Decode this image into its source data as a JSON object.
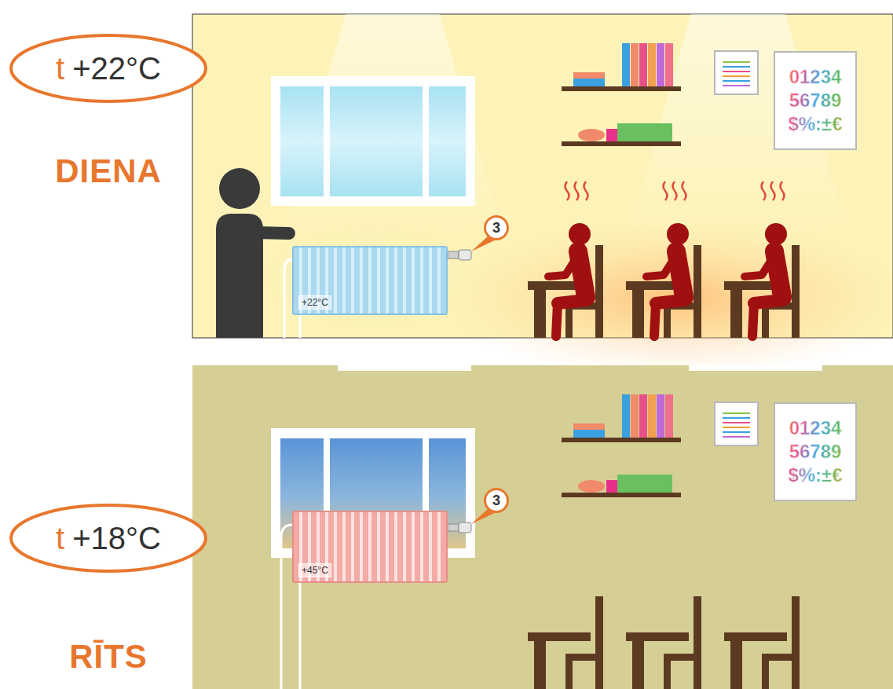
{
  "diagram": {
    "nodes": [
      {
        "text": [
          "t",
          "+22°C",
          "DIENA"
        ]
      },
      {
        "text": [
          "3"
        ]
      },
      {
        "text": [
          "+22°C"
        ]
      },
      {
        "text": [
          "01234 56789 $%:±€"
        ]
      },
      {
        "text": [
          "t",
          "+18°C",
          "RĪTS"
        ]
      },
      {
        "text": [
          "3"
        ]
      },
      {
        "text": [
          "+45°C"
        ]
      },
      {
        "text": [
          "01234 56789 $%:±€"
        ]
      }
    ]
  }
}
